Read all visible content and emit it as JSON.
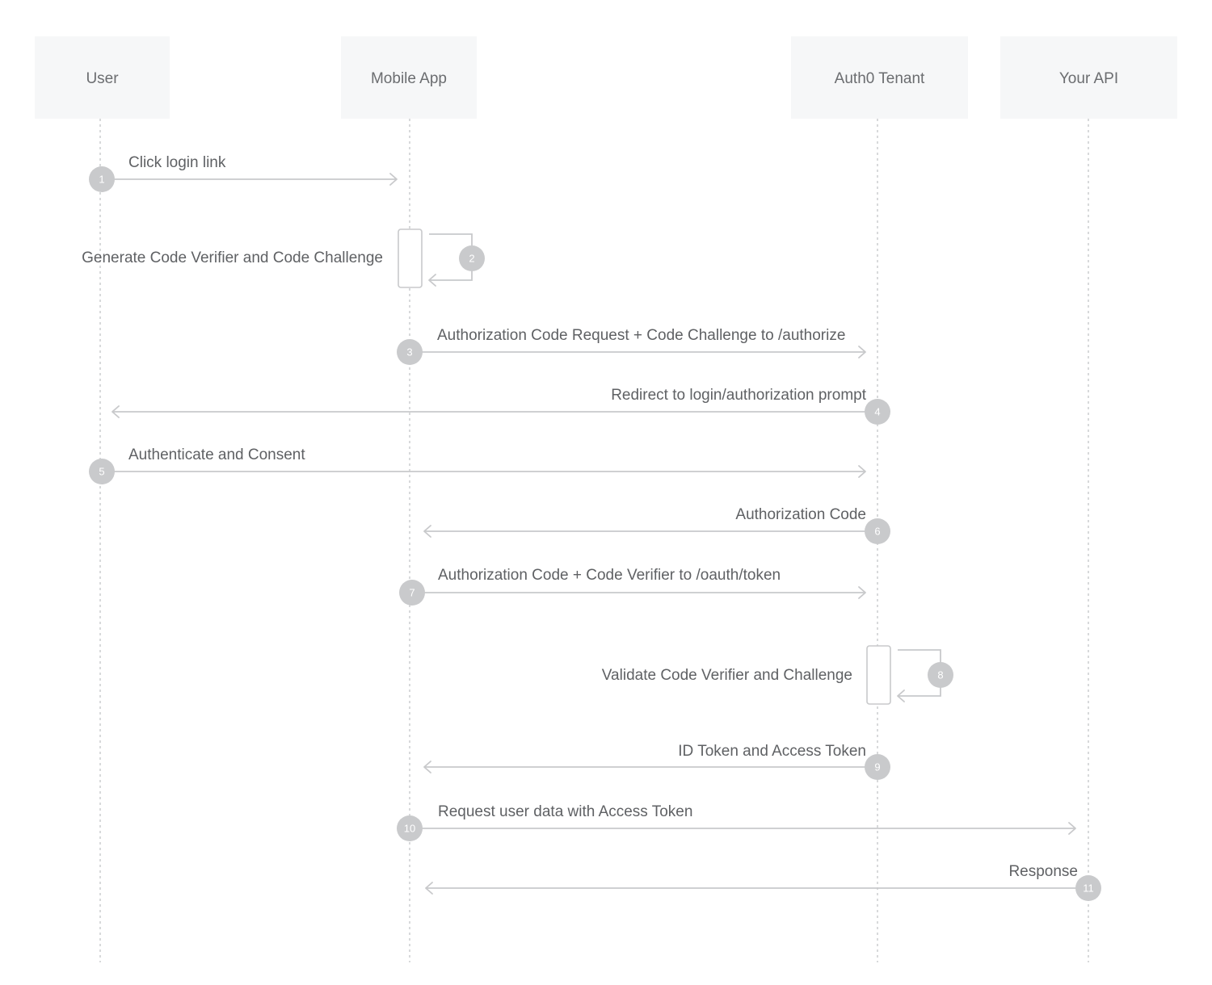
{
  "actors": [
    {
      "id": "user",
      "label": "User"
    },
    {
      "id": "mobile",
      "label": "Mobile App"
    },
    {
      "id": "auth0",
      "label": "Auth0 Tenant"
    },
    {
      "id": "api",
      "label": "Your API"
    }
  ],
  "steps": [
    {
      "num": "1",
      "from": "user",
      "to": "mobile",
      "label": "Click login link"
    },
    {
      "num": "2",
      "from": "mobile",
      "to": "mobile",
      "label": "Generate Code Verifier and Code Challenge"
    },
    {
      "num": "3",
      "from": "mobile",
      "to": "auth0",
      "label": "Authorization Code Request + Code Challenge to /authorize"
    },
    {
      "num": "4",
      "from": "auth0",
      "to": "user",
      "label": "Redirect to login/authorization prompt"
    },
    {
      "num": "5",
      "from": "user",
      "to": "auth0",
      "label": "Authenticate and Consent"
    },
    {
      "num": "6",
      "from": "auth0",
      "to": "mobile",
      "label": "Authorization Code"
    },
    {
      "num": "7",
      "from": "mobile",
      "to": "auth0",
      "label": "Authorization Code + Code Verifier to /oauth/token"
    },
    {
      "num": "8",
      "from": "auth0",
      "to": "auth0",
      "label": "Validate Code Verifier and Challenge"
    },
    {
      "num": "9",
      "from": "auth0",
      "to": "mobile",
      "label": "ID Token and Access Token"
    },
    {
      "num": "10",
      "from": "mobile",
      "to": "api",
      "label": "Request user data with Access Token"
    },
    {
      "num": "11",
      "from": "api",
      "to": "mobile",
      "label": "Response"
    }
  ]
}
